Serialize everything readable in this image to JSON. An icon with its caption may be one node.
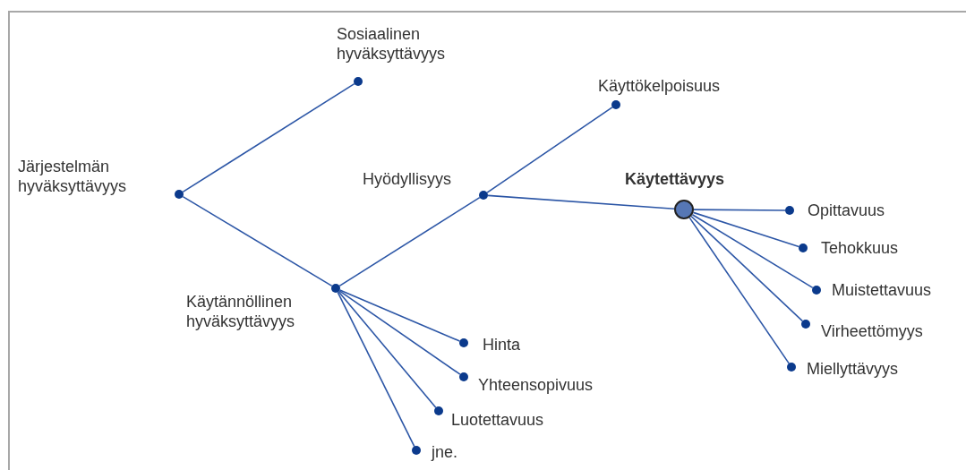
{
  "diagram": {
    "nodes": [
      {
        "text": [
          "Järjestelmän hyväksyttävyys"
        ]
      },
      {
        "text": [
          "Sosiaalinen hyväksyttävyys"
        ]
      },
      {
        "text": [
          "Käytännöllinen hyväksyttävyys"
        ]
      },
      {
        "text": [
          "Hyödyllisyys"
        ]
      },
      {
        "text": [
          "Käyttökelpoisuus"
        ]
      },
      {
        "text": [
          "Käytettävyys"
        ]
      },
      {
        "text": [
          "Opittavuus"
        ]
      },
      {
        "text": [
          "Tehokkuus"
        ]
      },
      {
        "text": [
          "Muistettavuus"
        ]
      },
      {
        "text": [
          "Virheettömyys"
        ]
      },
      {
        "text": [
          "Miellyttävyys"
        ]
      },
      {
        "text": [
          "Hinta"
        ]
      },
      {
        "text": [
          "Yhteensopivuus"
        ]
      },
      {
        "text": [
          "Luotettavuus"
        ]
      },
      {
        "text": [
          "jne."
        ]
      }
    ],
    "edges": [
      {
        "from": 0,
        "to": 1,
        "arrow": "none"
      },
      {
        "from": 0,
        "to": 2,
        "arrow": "none"
      },
      {
        "from": 2,
        "to": 3,
        "arrow": "none"
      },
      {
        "from": 3,
        "to": 4,
        "arrow": "none"
      },
      {
        "from": 3,
        "to": 5,
        "arrow": "none"
      },
      {
        "from": 5,
        "to": 6,
        "arrow": "none"
      },
      {
        "from": 5,
        "to": 7,
        "arrow": "none"
      },
      {
        "from": 5,
        "to": 8,
        "arrow": "none"
      },
      {
        "from": 5,
        "to": 9,
        "arrow": "none"
      },
      {
        "from": 5,
        "to": 10,
        "arrow": "none"
      },
      {
        "from": 2,
        "to": 11,
        "arrow": "none"
      },
      {
        "from": 2,
        "to": 12,
        "arrow": "none"
      },
      {
        "from": 2,
        "to": 13,
        "arrow": "none"
      },
      {
        "from": 2,
        "to": 14,
        "arrow": "none"
      }
    ]
  }
}
